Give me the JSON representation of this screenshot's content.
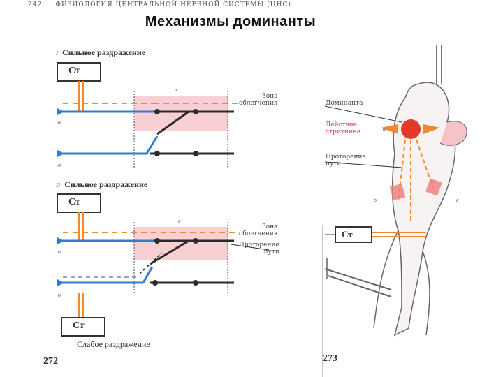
{
  "header": {
    "page_left": "242",
    "running_title": "ФИЗИОЛОГИЯ ЦЕНТРАЛЬНОЙ НЕРВНОЙ СИСТЕМЫ (ЦНС)",
    "slide_title": "Механизмы доминанты"
  },
  "figure_272": {
    "panel1": {
      "numeral": "I",
      "heading": "Сильное раздражение",
      "stim_box": "Ст",
      "zone_label": "Зона\nоблегчения",
      "letter_v": "в",
      "letter_a": "а",
      "letter_b": "b"
    },
    "panel2": {
      "numeral": "II",
      "heading": "Сильное раздражение",
      "stim_box_top": "Ст",
      "stim_box_bottom": "Ст",
      "zone_label": "Зона\nоблегчения",
      "path_label": "Проторение\nпути",
      "letter_v": "в",
      "letter_a": "а",
      "letter_b": "б",
      "weak_label": "Слабое раздражение"
    },
    "number": "272"
  },
  "figure_273": {
    "dominant_label": "Доминанта",
    "strychnine_label": "Действие\nстрихнина",
    "path_label": "Проторение\nпути",
    "stim_box": "Ст",
    "letter_a": "а",
    "letter_b": "б",
    "letter_v": "в",
    "number": "273"
  },
  "colors": {
    "blue": "#2f7fd0",
    "orange": "#f08a2c",
    "pink_zone": "#f6c3c8",
    "red": "#e43a2a",
    "dark": "#2b2b2b"
  }
}
